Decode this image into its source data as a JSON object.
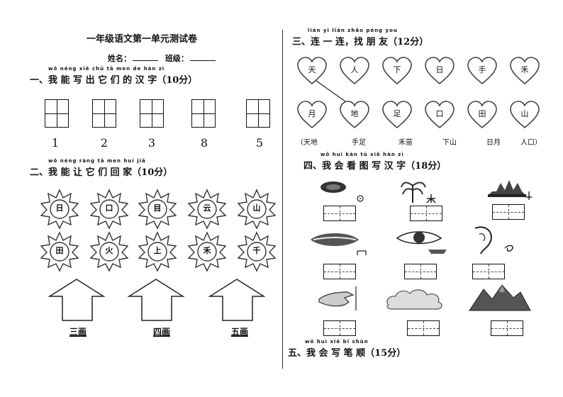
{
  "title": "一年级语文第一单元测试卷",
  "name_label": "姓名：",
  "class_label": "班级：",
  "section1": {
    "label": "一、我 能 写 出 它 们 的 汉 字（10分）",
    "pinyin": "wǒ  néng  xiě chū  tā  men  de  hàn  zì",
    "numbers": [
      "1",
      "2",
      "3",
      "8",
      "5"
    ]
  },
  "section2": {
    "label": "二、我 能 让 它 们 回 家（10分）",
    "pinyin": "wǒ  néng  ràng  tā  men  huí  jiā",
    "suns_row1": [
      "日",
      "口",
      "目",
      "云",
      "山"
    ],
    "suns_row2": [
      "田",
      "火",
      "上",
      "禾",
      "千"
    ],
    "houses": [
      "三画",
      "四画",
      "五画"
    ]
  },
  "section3": {
    "label": "三、连 一 连，找 朋 友（12分）",
    "pinyin": "lián  yì  lián     zhǎo  péng  you",
    "hearts_row1": [
      "天",
      "人",
      "下",
      "日",
      "手",
      "禾"
    ],
    "hearts_row2": [
      "月",
      "地",
      "足",
      "口",
      "田",
      "山"
    ],
    "words": [
      "（天地",
      "手足",
      "禾苗",
      "下山",
      "日月",
      "人口）"
    ]
  },
  "section4": {
    "label": "四、我 会 看 图 写 汉 字（18分）",
    "pinyin": "wǒ  huì  kàn  tú  xiě  hàn  zì",
    "icons": [
      "sun-icon",
      "tree-icon",
      "fire-icon",
      "mouth-icon",
      "eye-icon",
      "ear-icon",
      "hand-icon",
      "cloud-icon",
      "mountain-icon"
    ]
  },
  "section5": {
    "label": "五、我 会 写 笔 顺（15分）",
    "pinyin": "wǒ  huì  xiě  bǐ  shùn"
  }
}
